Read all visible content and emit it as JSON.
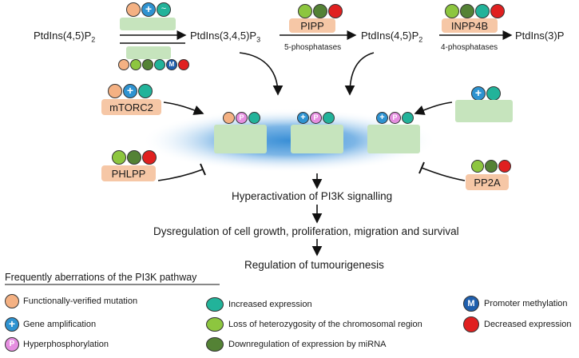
{
  "pathway": {
    "pip2_left": "PtdIns(4,5)P",
    "pip3": "PtdIns(3,4,5)P",
    "pip2_right": "PtdIns(4,5)P",
    "pip1": "PtdIns(3)P",
    "sub2": "2",
    "sub3": "3",
    "enzyme_pipp": "PIPP",
    "enzyme_inpp4b": "INPP4B",
    "caption_5ph": "5-phosphatases",
    "caption_4ph": "4-phosphatases"
  },
  "regulators": {
    "mtorc2": "mTORC2",
    "phlpp": "PHLPP",
    "pp2a": "PP2A"
  },
  "outcomes": [
    "Hyperactivation of PI3K signalling",
    "Dysregulation of cell growth, proliferation, migration and survival",
    "Regulation of tumourigenesis"
  ],
  "legend": {
    "title": "Frequently aberrations of the PI3K pathway",
    "items": [
      "Functionally-verified mutation",
      "Gene amplification",
      "Hyperphosphorylation",
      "Increased expression",
      "Loss of heterozygosity of the chromosomal region",
      "Downregulation of expression by miRNA",
      "Promoter methylation",
      "Decreased expression"
    ],
    "marker_M": "M",
    "marker_P": "P"
  },
  "colors": {
    "mutation": "#f4b183",
    "amplification": "#2e93d1",
    "phospho": "#e58ee0",
    "increased": "#22b39a",
    "loh": "#8dc63f",
    "mirna": "#548235",
    "methylation": "#1f5fad",
    "decreased": "#e02020",
    "enzyme_box": "#f6c7a6",
    "green_box": "#c6e4bd"
  }
}
